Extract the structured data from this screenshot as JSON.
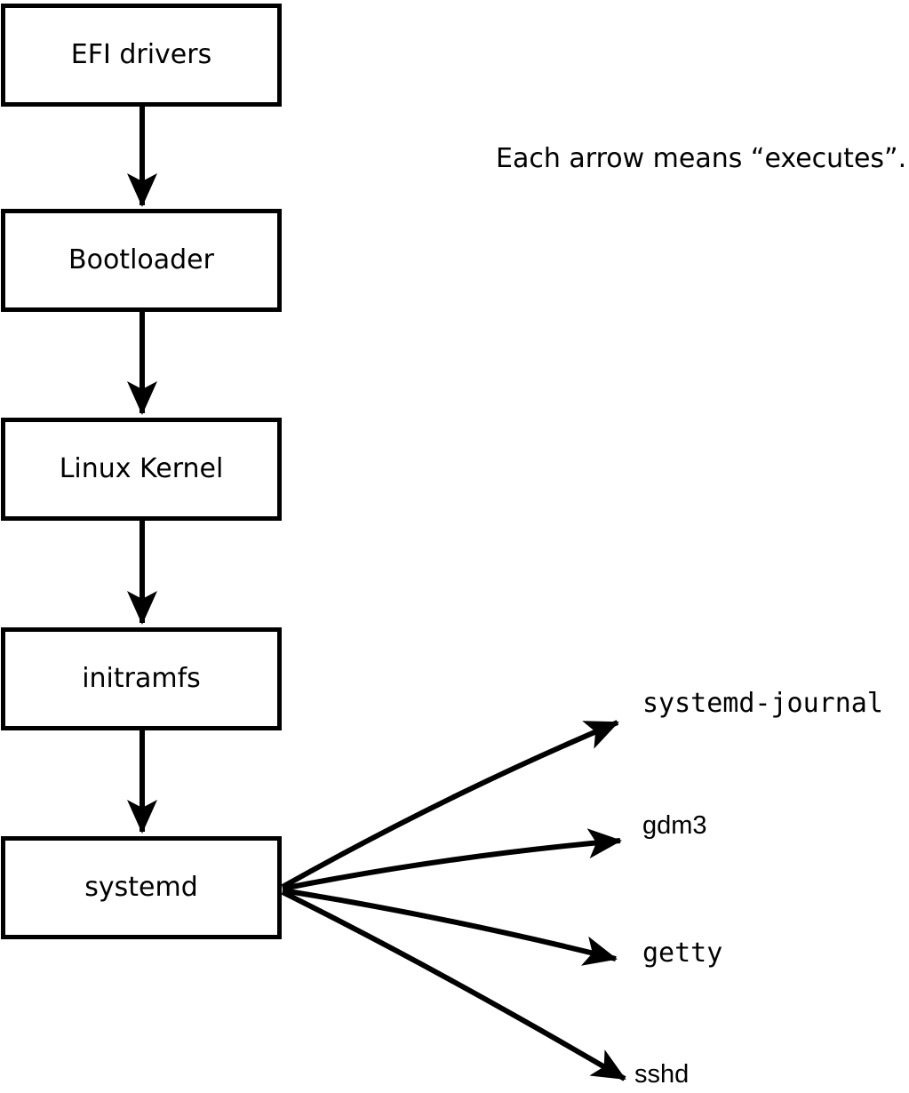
{
  "page": {
    "background": "#ffffff"
  },
  "note": {
    "text": "Each arrow means “executes”."
  },
  "diagram": {
    "type": "flowchart",
    "arrow_meaning": "executes",
    "chain_boxes": [
      {
        "label": "EFI drivers"
      },
      {
        "label": "Bootloader"
      },
      {
        "label": "Linux Kernel"
      },
      {
        "label": "initramfs"
      },
      {
        "label": "systemd"
      }
    ],
    "spawned_processes": [
      {
        "label": "systemd-journal"
      },
      {
        "label": "gdm3"
      },
      {
        "label": "getty"
      },
      {
        "label": "sshd"
      }
    ],
    "edges": [
      {
        "from": "EFI drivers",
        "to": "Bootloader"
      },
      {
        "from": "Bootloader",
        "to": "Linux Kernel"
      },
      {
        "from": "Linux Kernel",
        "to": "initramfs"
      },
      {
        "from": "initramfs",
        "to": "systemd"
      },
      {
        "from": "systemd",
        "to": "systemd-journal"
      },
      {
        "from": "systemd",
        "to": "gdm3"
      },
      {
        "from": "systemd",
        "to": "getty"
      },
      {
        "from": "systemd",
        "to": "sshd"
      }
    ],
    "colors": {
      "stroke": "#000000",
      "box_fill": "#ffffff",
      "text": "#000000",
      "background": "#ffffff"
    }
  }
}
